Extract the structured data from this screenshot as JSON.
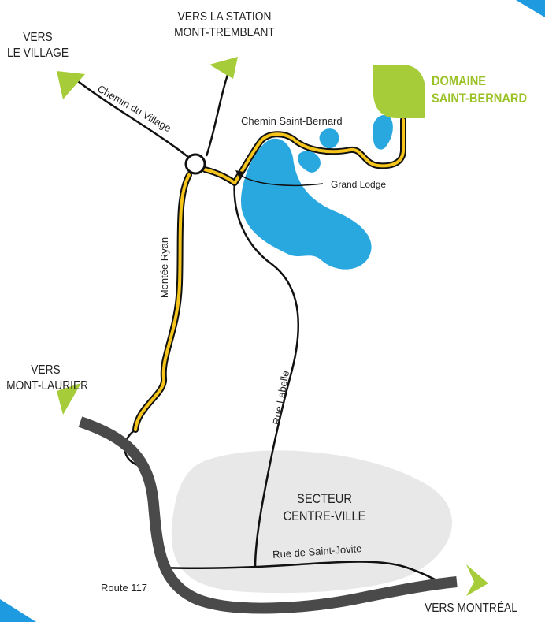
{
  "map": {
    "destinations": {
      "village": [
        "VERS",
        "LE VILLAGE"
      ],
      "station": [
        "VERS LA STATION",
        "MONT-TREMBLANT"
      ],
      "mont_laurier": [
        "VERS",
        "MONT-LAURIER"
      ],
      "montreal": "VERS MONTRÉAL"
    },
    "brand": [
      "DOMAINE",
      "SAINT-BERNARD"
    ],
    "roads": {
      "chemin_du_village": "Chemin du Village",
      "chemin_saint_bernard": "Chemin Saint-Bernard",
      "montee_ryan": "Montée Ryan",
      "rue_labelle": "Rue Labelle",
      "rue_saint_jovite": "Rue de Saint-Jovite",
      "route_117": "Route 117"
    },
    "places": {
      "grand_lodge": "Grand Lodge",
      "centre_ville": [
        "SECTEUR",
        "CENTRE-VILLE"
      ]
    },
    "colors": {
      "lake": "#29a8e0",
      "arrow": "#a6cd39",
      "route_highlight": "#f6c51c",
      "highway": "#4a4a4a",
      "downtown_zone": "#e8e8e8",
      "corner_accent": "#1e9be0",
      "brand_text": "#9ac227"
    },
    "icons": [
      "leaf-logo-icon",
      "direction-arrow-icon",
      "roundabout-icon"
    ]
  }
}
